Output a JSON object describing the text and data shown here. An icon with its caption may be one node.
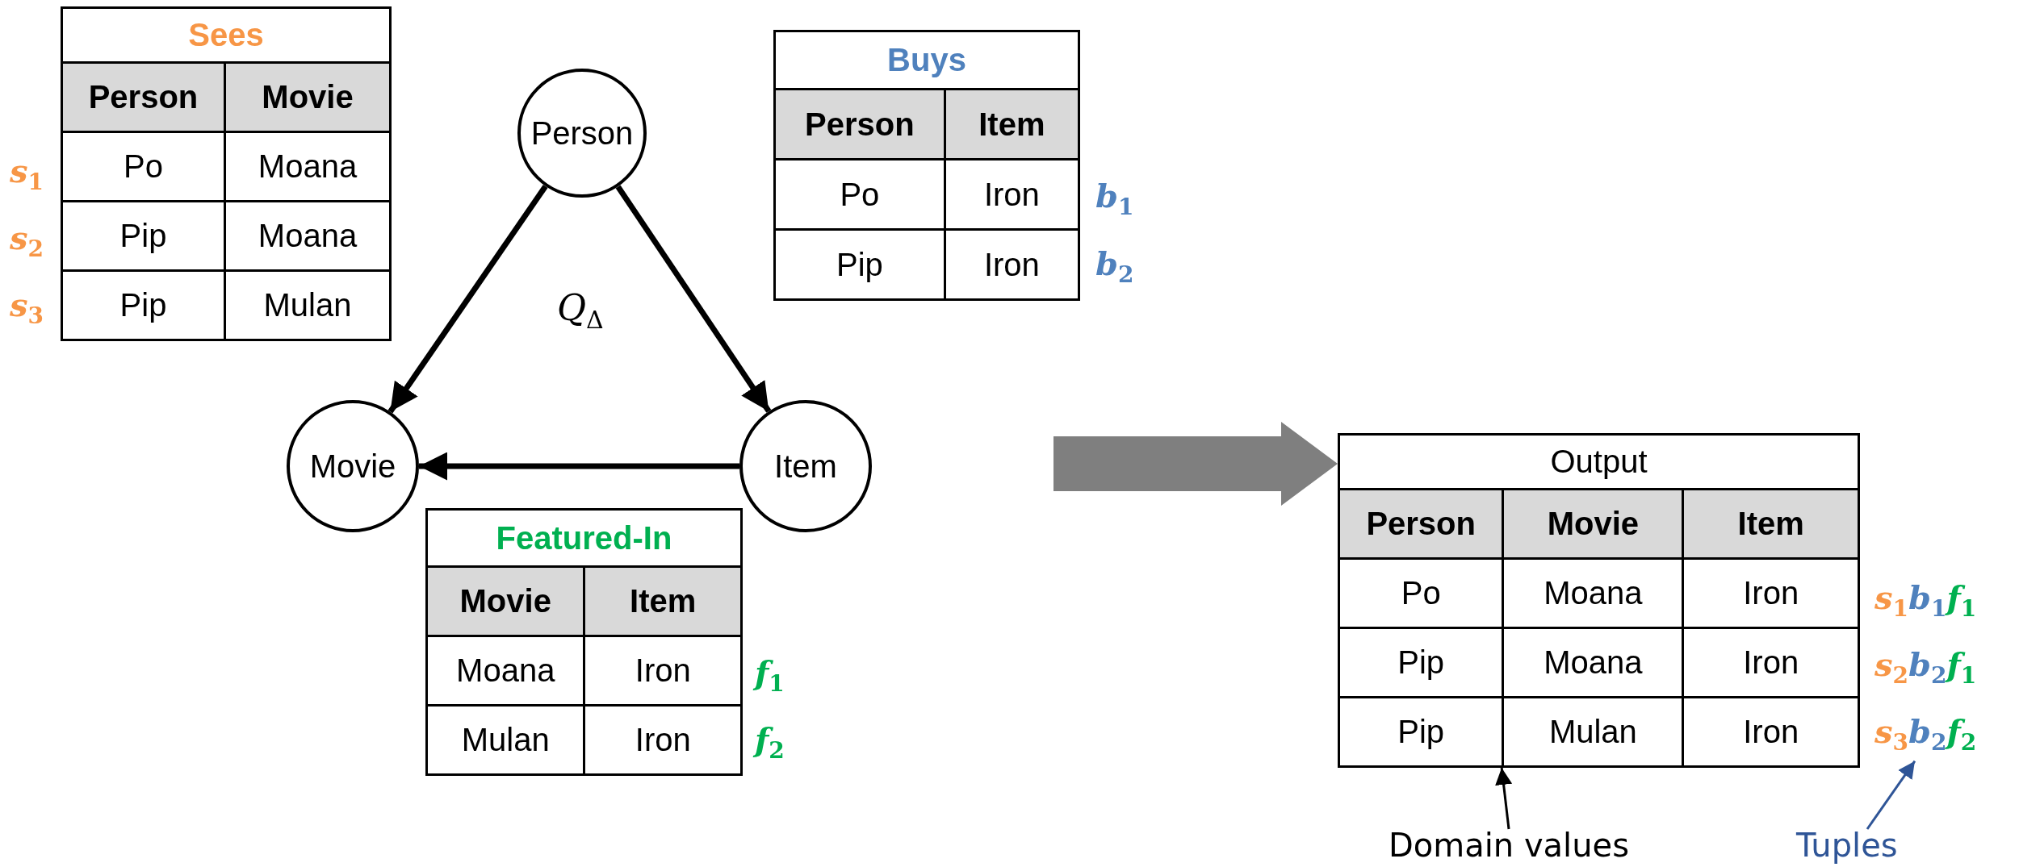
{
  "diagram": {
    "nodes": [
      {
        "text": [
          "Sees",
          "Person",
          "Movie",
          "Po",
          "Moana",
          "Pip",
          "Moana",
          "Pip",
          "Mulan"
        ],
        "beside": [
          "s$_{1}$",
          "s$_{2}$",
          "s$_{3}$"
        ]
      },
      {
        "text": [
          "Person"
        ]
      },
      {
        "text": [
          "Buys",
          "Person",
          "Item",
          "Po",
          "Iron",
          "Pip",
          "Iron"
        ],
        "beside": [
          "b$_{1}$",
          "b$_{2}$"
        ]
      },
      {
        "text": [
          "Movie"
        ]
      },
      {
        "text": [
          "Item"
        ]
      },
      {
        "text": [
          "Featured-In",
          "Movie",
          "Item",
          "Moana",
          "Iron",
          "Mulan",
          "Iron"
        ],
        "beside": [
          "f$_{1}$",
          "f$_{2}$"
        ]
      },
      {
        "text": [
          "Output",
          "Person",
          "Movie",
          "Item",
          "Po",
          "Moana",
          "Iron",
          "Pip",
          "Moana",
          "Iron",
          "Pip",
          "Mulan",
          "Iron"
        ],
        "beside": [
          "s$_{1}$b$_{1}$f$_{1}$",
          "s$_{2}$b$_{2}$f$_{1}$",
          "s$_{3}$b$_{2}$f$_{2}$"
        ]
      },
      {
        "text": [
          "Domain values"
        ]
      },
      {
        "text": [
          "Tuples"
        ]
      }
    ],
    "edges": [
      {
        "from": 1,
        "to": 3,
        "arrow": "to"
      },
      {
        "from": 1,
        "to": 4,
        "arrow": "to"
      },
      {
        "from": 4,
        "to": 3,
        "arrow": "to"
      },
      {
        "from": null,
        "to": 6,
        "arrow": "to",
        "style": "thick",
        "color": "#7f7f7f"
      },
      {
        "from": 7,
        "to": 6,
        "arrow": "to"
      },
      {
        "from": 8,
        "to": 6,
        "arrow": "to",
        "color": "#2f5597"
      }
    ],
    "labels": [
      "*Q*$_{Δ}$"
    ]
  }
}
